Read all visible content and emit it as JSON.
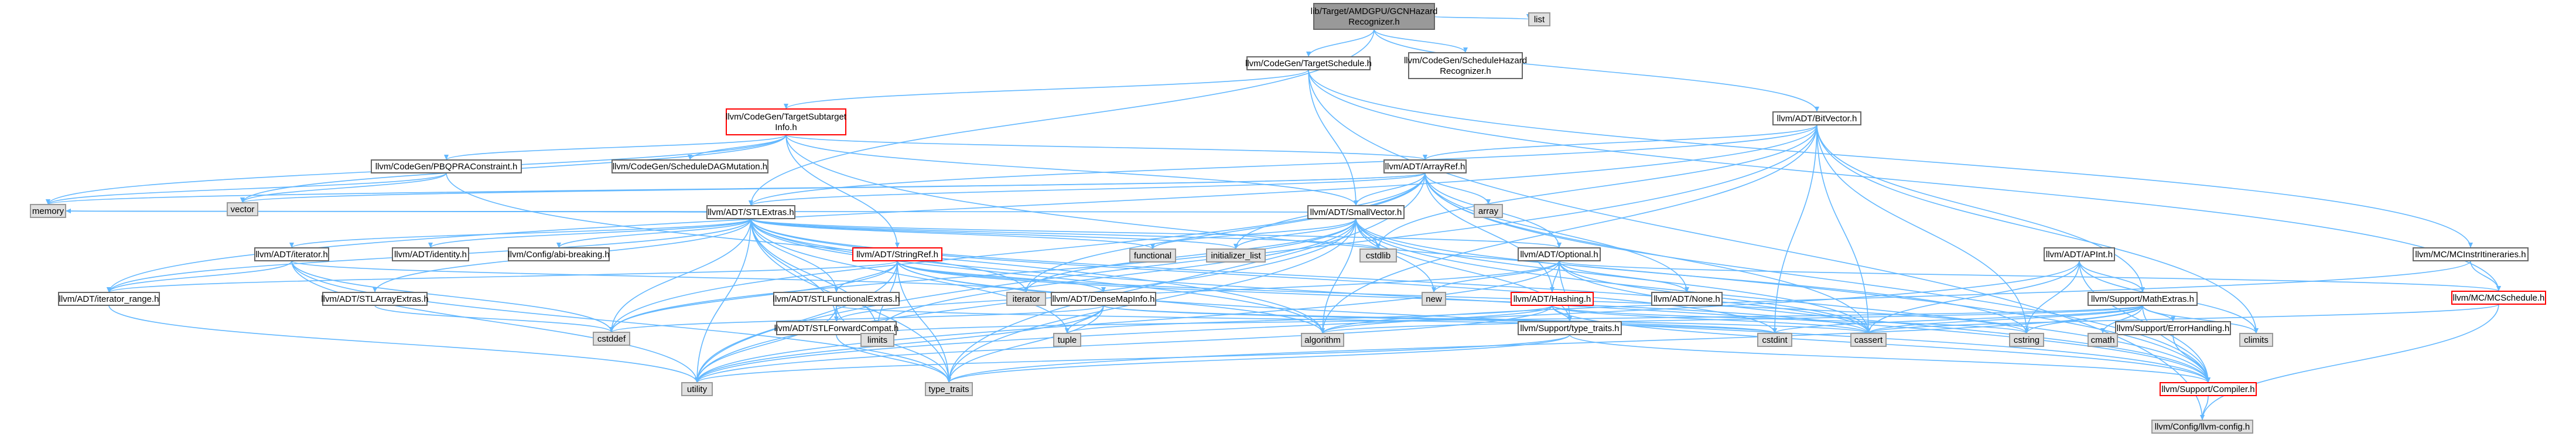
{
  "colors": {
    "edge": "#63b8ff",
    "root_fill": "#999999",
    "node_border": "#666666",
    "highlight_border": "#ff0000",
    "system_fill": "#e0e0e0"
  },
  "nodes": [
    {
      "id": "root",
      "lines": [
        "lib/Target/AMDGPU/GCNHazard",
        "Recognizer.h"
      ],
      "style": "root"
    },
    {
      "id": "list",
      "lines": [
        "list"
      ],
      "style": "gray"
    },
    {
      "id": "tsched",
      "lines": [
        "llvm/CodeGen/TargetSchedule.h"
      ],
      "style": "norm"
    },
    {
      "id": "shr",
      "lines": [
        "llvm/CodeGen/ScheduleHazard",
        "Recognizer.h"
      ],
      "style": "norm"
    },
    {
      "id": "tsub",
      "lines": [
        "llvm/CodeGen/TargetSubtarget",
        "Info.h"
      ],
      "style": "red"
    },
    {
      "id": "bitvec",
      "lines": [
        "llvm/ADT/BitVector.h"
      ],
      "style": "norm"
    },
    {
      "id": "pbqp",
      "lines": [
        "llvm/CodeGen/PBQPRAConstraint.h"
      ],
      "style": "norm"
    },
    {
      "id": "sdagmut",
      "lines": [
        "llvm/CodeGen/ScheduleDAGMutation.h"
      ],
      "style": "norm"
    },
    {
      "id": "arrayref",
      "lines": [
        "llvm/ADT/ArrayRef.h"
      ],
      "style": "norm"
    },
    {
      "id": "vector",
      "lines": [
        "vector"
      ],
      "style": "gray"
    },
    {
      "id": "array",
      "lines": [
        "array"
      ],
      "style": "gray"
    },
    {
      "id": "stlextras",
      "lines": [
        "llvm/ADT/STLExtras.h"
      ],
      "style": "norm"
    },
    {
      "id": "smallvec",
      "lines": [
        "llvm/ADT/SmallVector.h"
      ],
      "style": "norm"
    },
    {
      "id": "memory",
      "lines": [
        "memory"
      ],
      "style": "gray"
    },
    {
      "id": "iterator",
      "lines": [
        "llvm/ADT/iterator.h"
      ],
      "style": "norm"
    },
    {
      "id": "identity",
      "lines": [
        "llvm/ADT/identity.h"
      ],
      "style": "norm"
    },
    {
      "id": "abi",
      "lines": [
        "llvm/Config/abi-breaking.h"
      ],
      "style": "norm"
    },
    {
      "id": "stringref",
      "lines": [
        "llvm/ADT/StringRef.h"
      ],
      "style": "red"
    },
    {
      "id": "functional",
      "lines": [
        "functional"
      ],
      "style": "gray"
    },
    {
      "id": "initlist",
      "lines": [
        "initializer_list"
      ],
      "style": "gray"
    },
    {
      "id": "cstdlib",
      "lines": [
        "cstdlib"
      ],
      "style": "gray"
    },
    {
      "id": "optional",
      "lines": [
        "llvm/ADT/Optional.h"
      ],
      "style": "norm"
    },
    {
      "id": "apint",
      "lines": [
        "llvm/ADT/APInt.h"
      ],
      "style": "norm"
    },
    {
      "id": "mcinstr",
      "lines": [
        "llvm/MC/MCInstrItineraries.h"
      ],
      "style": "norm"
    },
    {
      "id": "mcsched",
      "lines": [
        "llvm/MC/MCSchedule.h"
      ],
      "style": "red"
    },
    {
      "id": "itrange",
      "lines": [
        "llvm/ADT/iterator_range.h"
      ],
      "style": "norm"
    },
    {
      "id": "stlarray",
      "lines": [
        "llvm/ADT/STLArrayExtras.h"
      ],
      "style": "norm"
    },
    {
      "id": "stlfunc",
      "lines": [
        "llvm/ADT/STLFunctionalExtras.h"
      ],
      "style": "norm"
    },
    {
      "id": "stlfwd",
      "lines": [
        "llvm/ADT/STLForwardCompat.h"
      ],
      "style": "norm"
    },
    {
      "id": "densemap",
      "lines": [
        "llvm/ADT/DenseMapInfo.h"
      ],
      "style": "norm"
    },
    {
      "id": "hashing",
      "lines": [
        "llvm/ADT/Hashing.h"
      ],
      "style": "red"
    },
    {
      "id": "none",
      "lines": [
        "llvm/ADT/None.h"
      ],
      "style": "norm"
    },
    {
      "id": "new",
      "lines": [
        "new"
      ],
      "style": "gray"
    },
    {
      "id": "mathextras",
      "lines": [
        "llvm/Support/MathExtras.h"
      ],
      "style": "norm"
    },
    {
      "id": "iteratorstd",
      "lines": [
        "iterator"
      ],
      "style": "gray"
    },
    {
      "id": "typetraitsh",
      "lines": [
        "llvm/Support/type_traits.h"
      ],
      "style": "norm"
    },
    {
      "id": "errhandling",
      "lines": [
        "llvm/Support/ErrorHandling.h"
      ],
      "style": "norm"
    },
    {
      "id": "cstddef",
      "lines": [
        "cstddef"
      ],
      "style": "gray"
    },
    {
      "id": "limits",
      "lines": [
        "limits"
      ],
      "style": "gray"
    },
    {
      "id": "tuple",
      "lines": [
        "tuple"
      ],
      "style": "gray"
    },
    {
      "id": "algorithm",
      "lines": [
        "algorithm"
      ],
      "style": "gray"
    },
    {
      "id": "cstdint",
      "lines": [
        "cstdint"
      ],
      "style": "gray"
    },
    {
      "id": "cassert",
      "lines": [
        "cassert"
      ],
      "style": "gray"
    },
    {
      "id": "cstring",
      "lines": [
        "cstring"
      ],
      "style": "gray"
    },
    {
      "id": "cmath",
      "lines": [
        "cmath"
      ],
      "style": "gray"
    },
    {
      "id": "climits",
      "lines": [
        "climits"
      ],
      "style": "gray"
    },
    {
      "id": "utility",
      "lines": [
        "utility"
      ],
      "style": "gray"
    },
    {
      "id": "typetraits",
      "lines": [
        "type_traits"
      ],
      "style": "gray"
    },
    {
      "id": "compiler",
      "lines": [
        "llvm/Support/Compiler.h"
      ],
      "style": "red"
    },
    {
      "id": "llvmconfig",
      "lines": [
        "llvm/Config/llvm-config.h"
      ],
      "style": "gray"
    }
  ],
  "edges": [
    [
      "root",
      "list"
    ],
    [
      "root",
      "tsched"
    ],
    [
      "root",
      "shr"
    ],
    [
      "root",
      "bitvec"
    ],
    [
      "root",
      "stlextras"
    ],
    [
      "tsched",
      "tsub"
    ],
    [
      "tsched",
      "smallvec"
    ],
    [
      "tsched",
      "mcinstr"
    ],
    [
      "tsched",
      "mcsched"
    ],
    [
      "tsched",
      "llvmconfig"
    ],
    [
      "tsub",
      "pbqp"
    ],
    [
      "tsub",
      "sdagmut"
    ],
    [
      "tsub",
      "arrayref"
    ],
    [
      "tsub",
      "smallvec"
    ],
    [
      "tsub",
      "stringref"
    ],
    [
      "tsub",
      "vector"
    ],
    [
      "tsub",
      "memory"
    ],
    [
      "tsub",
      "compiler"
    ],
    [
      "bitvec",
      "arrayref"
    ],
    [
      "bitvec",
      "stlextras"
    ],
    [
      "bitvec",
      "itrange"
    ],
    [
      "bitvec",
      "mathextras"
    ],
    [
      "bitvec",
      "algorithm"
    ],
    [
      "bitvec",
      "cassert"
    ],
    [
      "bitvec",
      "climits"
    ],
    [
      "bitvec",
      "cstdint"
    ],
    [
      "bitvec",
      "cstdlib"
    ],
    [
      "bitvec",
      "cstring"
    ],
    [
      "bitvec",
      "utility"
    ],
    [
      "pbqp",
      "vector"
    ],
    [
      "pbqp",
      "memory"
    ],
    [
      "pbqp",
      "algorithm"
    ],
    [
      "arrayref",
      "hashing"
    ],
    [
      "arrayref",
      "none"
    ],
    [
      "arrayref",
      "optional"
    ],
    [
      "arrayref",
      "smallvec"
    ],
    [
      "arrayref",
      "array"
    ],
    [
      "arrayref",
      "stlextras"
    ],
    [
      "arrayref",
      "compiler"
    ],
    [
      "arrayref",
      "vector"
    ],
    [
      "arrayref",
      "memory"
    ],
    [
      "arrayref",
      "cassert"
    ],
    [
      "arrayref",
      "cstddef"
    ],
    [
      "arrayref",
      "initlist"
    ],
    [
      "arrayref",
      "iteratorstd"
    ],
    [
      "arrayref",
      "typetraits"
    ],
    [
      "stlextras",
      "stlfwd"
    ],
    [
      "stlextras",
      "stlarray"
    ],
    [
      "stlextras",
      "stlfunc"
    ],
    [
      "stlextras",
      "identity"
    ],
    [
      "stlextras",
      "iterator"
    ],
    [
      "stlextras",
      "itrange"
    ],
    [
      "stlextras",
      "abi"
    ],
    [
      "stlextras",
      "compiler"
    ],
    [
      "stlextras",
      "algorithm"
    ],
    [
      "stlextras",
      "cassert"
    ],
    [
      "stlextras",
      "cstddef"
    ],
    [
      "stlextras",
      "cstdint"
    ],
    [
      "stlextras",
      "cstdlib"
    ],
    [
      "stlextras",
      "functional"
    ],
    [
      "stlextras",
      "initlist"
    ],
    [
      "stlextras",
      "iteratorstd"
    ],
    [
      "stlextras",
      "limits"
    ],
    [
      "stlextras",
      "memory"
    ],
    [
      "stlextras",
      "tuple"
    ],
    [
      "stlextras",
      "typetraits"
    ],
    [
      "stlextras",
      "utility"
    ],
    [
      "stlextras",
      "optional"
    ],
    [
      "smallvec",
      "compiler"
    ],
    [
      "smallvec",
      "typetraitsh"
    ],
    [
      "smallvec",
      "algorithm"
    ],
    [
      "smallvec",
      "cassert"
    ],
    [
      "smallvec",
      "cstddef"
    ],
    [
      "smallvec",
      "cstdlib"
    ],
    [
      "smallvec",
      "cstring"
    ],
    [
      "smallvec",
      "functional"
    ],
    [
      "smallvec",
      "initlist"
    ],
    [
      "smallvec",
      "iteratorstd"
    ],
    [
      "smallvec",
      "limits"
    ],
    [
      "smallvec",
      "memory"
    ],
    [
      "smallvec",
      "new"
    ],
    [
      "smallvec",
      "typetraits"
    ],
    [
      "smallvec",
      "utility"
    ],
    [
      "iterator",
      "itrange"
    ],
    [
      "iterator",
      "cstddef"
    ],
    [
      "iterator",
      "iteratorstd"
    ],
    [
      "iterator",
      "typetraits"
    ],
    [
      "iterator",
      "utility"
    ],
    [
      "stringref",
      "densemap"
    ],
    [
      "stringref",
      "stlfunc"
    ],
    [
      "stringref",
      "itrange"
    ],
    [
      "stringref",
      "compiler"
    ],
    [
      "stringref",
      "algorithm"
    ],
    [
      "stringref",
      "cassert"
    ],
    [
      "stringref",
      "cstddef"
    ],
    [
      "stringref",
      "cstring"
    ],
    [
      "stringref",
      "limits"
    ],
    [
      "stringref",
      "typetraits"
    ],
    [
      "stringref",
      "utility"
    ],
    [
      "optional",
      "hashing"
    ],
    [
      "optional",
      "none"
    ],
    [
      "optional",
      "stlfwd"
    ],
    [
      "optional",
      "compiler"
    ],
    [
      "optional",
      "typetraitsh"
    ],
    [
      "optional",
      "cassert"
    ],
    [
      "optional",
      "new"
    ],
    [
      "optional",
      "utility"
    ],
    [
      "apint",
      "compiler"
    ],
    [
      "apint",
      "mathextras"
    ],
    [
      "apint",
      "cassert"
    ],
    [
      "apint",
      "climits"
    ],
    [
      "apint",
      "cstring"
    ],
    [
      "apint",
      "utility"
    ],
    [
      "mcinstr",
      "mcsched"
    ],
    [
      "mcinstr",
      "algorithm"
    ],
    [
      "mcsched",
      "optional"
    ],
    [
      "mcsched",
      "llvmconfig"
    ],
    [
      "mcsched",
      "cassert"
    ],
    [
      "itrange",
      "utility"
    ],
    [
      "stlarray",
      "cstddef"
    ],
    [
      "stlfunc",
      "stlfwd"
    ],
    [
      "stlfunc",
      "cstdint"
    ],
    [
      "stlfunc",
      "typetraits"
    ],
    [
      "stlfunc",
      "utility"
    ],
    [
      "stlfwd",
      "typetraits"
    ],
    [
      "densemap",
      "cassert"
    ],
    [
      "densemap",
      "cstddef"
    ],
    [
      "densemap",
      "cstdint"
    ],
    [
      "densemap",
      "tuple"
    ],
    [
      "densemap",
      "typetraits"
    ],
    [
      "densemap",
      "utility"
    ],
    [
      "hashing",
      "compiler"
    ],
    [
      "hashing",
      "typetraitsh"
    ],
    [
      "hashing",
      "algorithm"
    ],
    [
      "hashing",
      "cassert"
    ],
    [
      "hashing",
      "cstring"
    ],
    [
      "hashing",
      "tuple"
    ],
    [
      "hashing",
      "utility"
    ],
    [
      "mathextras",
      "compiler"
    ],
    [
      "mathextras",
      "algorithm"
    ],
    [
      "mathextras",
      "cassert"
    ],
    [
      "mathextras",
      "climits"
    ],
    [
      "mathextras",
      "cmath"
    ],
    [
      "mathextras",
      "cstdint"
    ],
    [
      "mathextras",
      "cstring"
    ],
    [
      "mathextras",
      "limits"
    ],
    [
      "mathextras",
      "typetraits"
    ],
    [
      "mathextras",
      "errhandling"
    ],
    [
      "typetraitsh",
      "compiler"
    ],
    [
      "typetraitsh",
      "typetraits"
    ],
    [
      "typetraitsh",
      "utility"
    ],
    [
      "errhandling",
      "compiler"
    ],
    [
      "compiler",
      "llvmconfig"
    ]
  ]
}
